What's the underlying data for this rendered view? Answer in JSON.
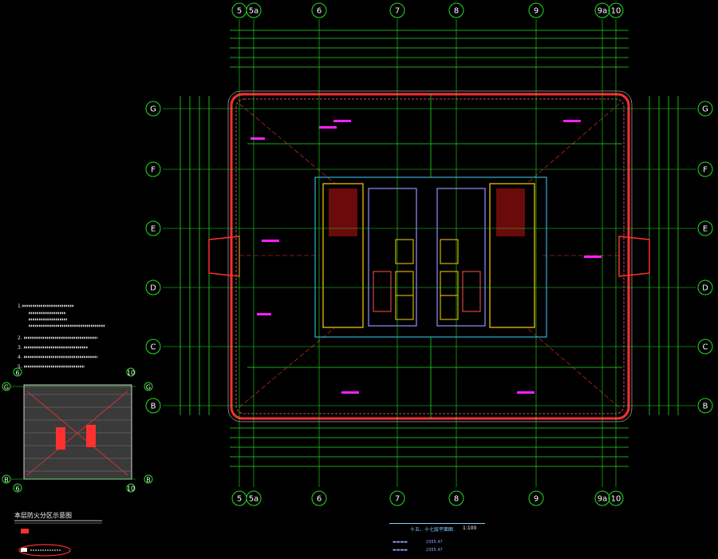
{
  "drawing": {
    "grid_columns": [
      "5",
      "5a",
      "6",
      "7",
      "8",
      "9",
      "9a",
      "10"
    ],
    "grid_rows": [
      "G",
      "F",
      "E",
      "D",
      "C",
      "B"
    ],
    "key_plan_columns": [
      "6",
      "10"
    ],
    "key_plan_rows": [
      "G",
      "B"
    ],
    "colors": {
      "grid": "#20e020",
      "wall": "#ff3030",
      "core": "#ffd000",
      "annotation": "#ff20ff",
      "cyan": "#40d0ff",
      "text": "#e8e8e8"
    }
  },
  "notes": {
    "lines": [
      "1.",
      "",
      "",
      "2.",
      "3.",
      "4.",
      "5."
    ]
  },
  "legend": {
    "title": "本层防火分区示意图"
  },
  "title_block": {
    "title": "十五、十七层平面图",
    "scale": "1:100",
    "area_1": "2355.47",
    "area_2": "2355.47"
  }
}
